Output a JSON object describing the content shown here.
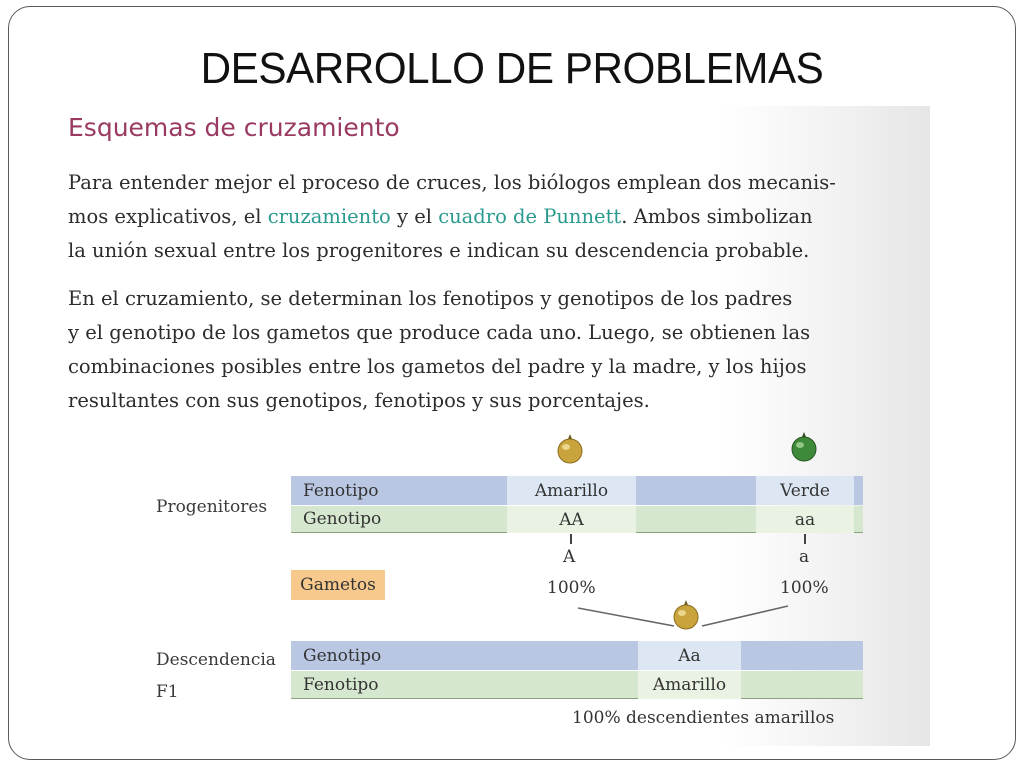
{
  "title": "DESARROLLO DE PROBLEMAS",
  "section_heading": "Esquemas de cruzamiento",
  "paragraph1": {
    "l1": "Para entender mejor el proceso de cruces, los biólogos emplean dos mecanis-",
    "l2_a": "mos explicativos, el ",
    "l2_link1": "cruzamiento",
    "l2_b": " y el ",
    "l2_link2": "cuadro de Punnett",
    "l2_c": ". Ambos simbolizan",
    "l3": "la unión sexual entre los progenitores e indican su descendencia probable."
  },
  "paragraph2": {
    "l1": "En el cruzamiento, se determinan los fenotipos y genotipos de los padres",
    "l2": "y el genotipo de los gametos que produce cada uno. Luego, se obtienen las",
    "l3": "combinaciones posibles entre los gametos del padre y la madre, y los hijos",
    "l4": "resultantes con sus genotipos, fenotipos y sus porcentajes."
  },
  "diagram": {
    "progenitores_label": "Progenitores",
    "fenotipo_label": "Fenotipo",
    "genotipo_label": "Genotipo",
    "parent1_phenotype": "Amarillo",
    "parent1_genotype": "AA",
    "parent2_phenotype": "Verde",
    "parent2_genotype": "aa",
    "gametos_label": "Gametos",
    "gamete1": "A",
    "gamete1_pct": "100%",
    "gamete2": "a",
    "gamete2_pct": "100%",
    "descendencia_label": "Descendencia",
    "f1_label": "F1",
    "f1_genotipo_label": "Genotipo",
    "f1_fenotipo_label": "Fenotipo",
    "f1_genotype": "Aa",
    "f1_phenotype": "Amarillo",
    "result": "100% descendientes amarillos"
  },
  "colors": {
    "heading": "#9a3a62",
    "link": "#2a9a8f",
    "row_blue": "#b9c7e3",
    "row_green": "#d6e7cf",
    "gametos_bg": "#f7c98c",
    "pea_yellow": "#c9a43c",
    "pea_green": "#3f8a3a"
  },
  "icons": [
    "yellow-pea-icon",
    "green-pea-icon",
    "offspring-pea-icon"
  ]
}
